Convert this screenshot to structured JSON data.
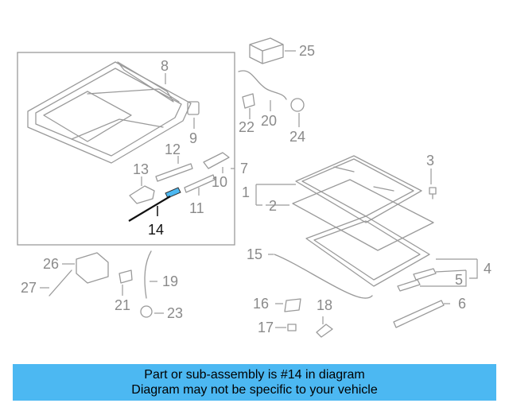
{
  "diagram": {
    "highlight_color": "#4cb8f2",
    "line_color": "#9a9a9a",
    "callouts": [
      {
        "id": "c1",
        "label": "1"
      },
      {
        "id": "c2",
        "label": "2"
      },
      {
        "id": "c3",
        "label": "3"
      },
      {
        "id": "c4",
        "label": "4"
      },
      {
        "id": "c5",
        "label": "5"
      },
      {
        "id": "c6",
        "label": "6"
      },
      {
        "id": "c7",
        "label": "7"
      },
      {
        "id": "c8",
        "label": "8"
      },
      {
        "id": "c9",
        "label": "9"
      },
      {
        "id": "c10",
        "label": "10"
      },
      {
        "id": "c11",
        "label": "11"
      },
      {
        "id": "c12",
        "label": "12"
      },
      {
        "id": "c13",
        "label": "13"
      },
      {
        "id": "c14",
        "label": "14"
      },
      {
        "id": "c15",
        "label": "15"
      },
      {
        "id": "c16",
        "label": "16"
      },
      {
        "id": "c17",
        "label": "17"
      },
      {
        "id": "c18",
        "label": "18"
      },
      {
        "id": "c19",
        "label": "19"
      },
      {
        "id": "c20",
        "label": "20"
      },
      {
        "id": "c21",
        "label": "21"
      },
      {
        "id": "c22",
        "label": "22"
      },
      {
        "id": "c23",
        "label": "23"
      },
      {
        "id": "c24",
        "label": "24"
      },
      {
        "id": "c25",
        "label": "25"
      },
      {
        "id": "c26",
        "label": "26"
      },
      {
        "id": "c27",
        "label": "27"
      }
    ]
  },
  "banner": {
    "line1": "Part or sub-assembly is #14 in diagram",
    "line2": "Diagram may not be specific to your vehicle",
    "background": "#4cb8f2"
  }
}
